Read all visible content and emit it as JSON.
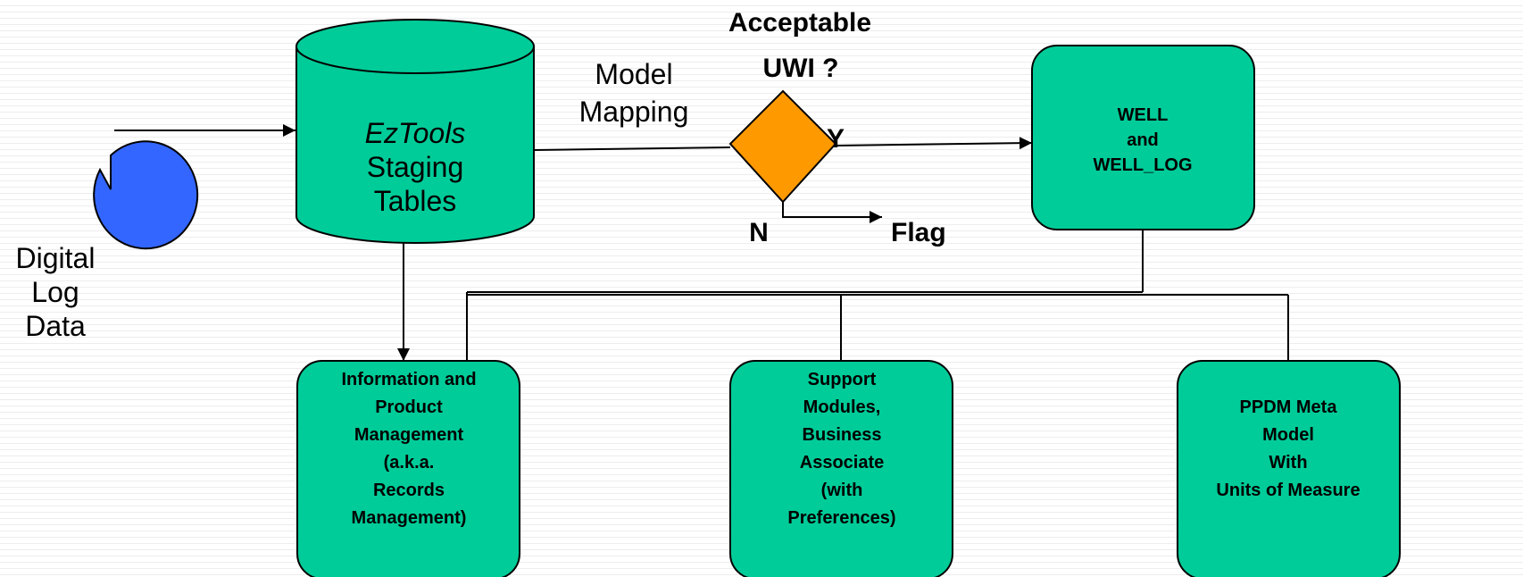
{
  "colors": {
    "teal": "#00cc99",
    "source_blue": "#3366ff",
    "decision_orange": "#ff9900",
    "line": "#000000"
  },
  "source": {
    "label_lines": [
      "Digital",
      "Log",
      "Data"
    ]
  },
  "staging": {
    "italic_line": "EzTools",
    "lines": [
      "Staging",
      "Tables"
    ]
  },
  "mapping_label": {
    "lines": [
      "Model",
      "Mapping"
    ]
  },
  "decision": {
    "title": "Acceptable",
    "question": "UWI ?",
    "yes_label": "Y",
    "no_label": "N",
    "flag_label": "Flag"
  },
  "well": {
    "lines": [
      "WELL",
      "and",
      "WELL_LOG"
    ]
  },
  "modules": [
    {
      "lines": [
        "Information and",
        "Product",
        "Management",
        "(a.k.a.",
        "Records",
        "Management)"
      ]
    },
    {
      "lines": [
        "Support",
        "Modules,",
        "Business",
        "Associate",
        "(with",
        "Preferences)"
      ]
    },
    {
      "lines": [
        "PPDM Meta",
        "Model",
        "With",
        "Units of Measure"
      ]
    }
  ]
}
